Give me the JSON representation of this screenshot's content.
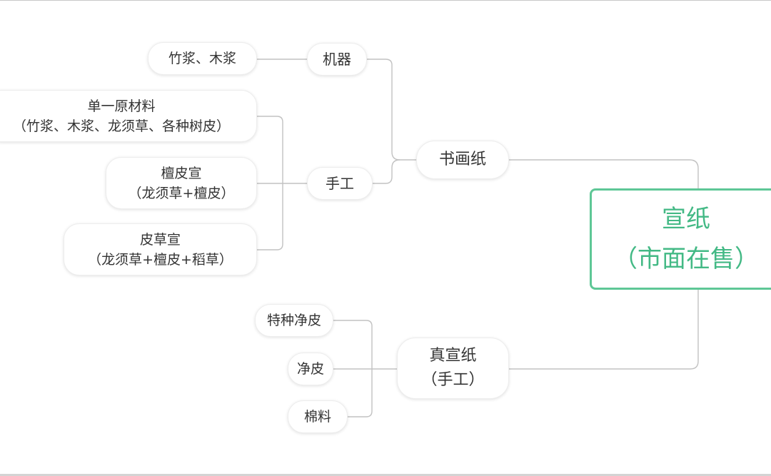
{
  "mindmap": {
    "root": {
      "line1": "宣纸",
      "line2": "（市面在售）",
      "accent_color": "#5ec796"
    },
    "branch_painting": {
      "label": "书画纸",
      "machine": {
        "label": "机器",
        "leaves": [
          {
            "line1": "竹浆、木浆"
          }
        ]
      },
      "handmade": {
        "label": "手工",
        "leaves": [
          {
            "line1": "单一原材料",
            "line2": "（竹浆、木浆、龙须草、各种树皮）"
          },
          {
            "line1": "檀皮宣",
            "line2": "（龙须草+檀皮）"
          },
          {
            "line1": "皮草宣",
            "line2": "（龙须草+檀皮+稻草）"
          }
        ]
      }
    },
    "branch_true": {
      "line1": "真宣纸",
      "line2": "（手工）",
      "leaves": [
        {
          "line1": "特种净皮"
        },
        {
          "line1": "净皮"
        },
        {
          "line1": "棉料"
        }
      ]
    },
    "line_color": "#c2c2c2"
  }
}
